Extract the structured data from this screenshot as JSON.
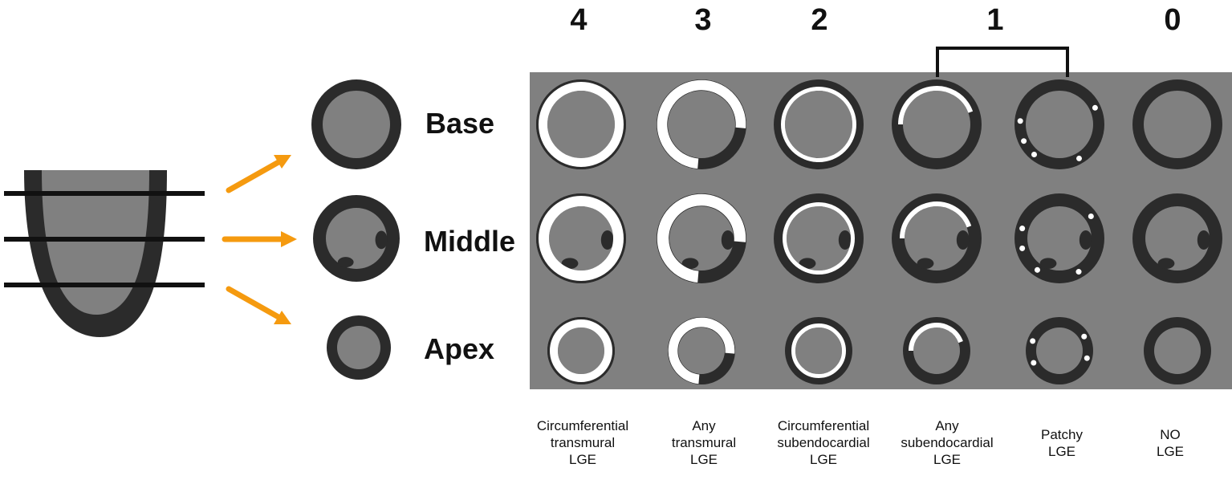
{
  "scores": [
    "4",
    "3",
    "2",
    "1",
    "0"
  ],
  "levels": [
    "Base",
    "Middle",
    "Apex"
  ],
  "columns": [
    {
      "label": [
        "Circumferential",
        "transmural",
        "LGE"
      ]
    },
    {
      "label": [
        "Any",
        "transmural",
        "LGE"
      ]
    },
    {
      "label": [
        "Circumferential",
        "subendocardial",
        "LGE"
      ]
    },
    {
      "label": [
        "Any",
        "subendocardial",
        "LGE"
      ]
    },
    {
      "label": [
        "Patchy",
        "LGE"
      ]
    },
    {
      "label": [
        "NO",
        "LGE"
      ]
    }
  ],
  "colors": {
    "panel": "#808080",
    "myocardium": "#2b2b2b",
    "cavity": "#808080",
    "lge": "#ffffff",
    "arrow": "#f59a0f",
    "line": "#111111"
  }
}
